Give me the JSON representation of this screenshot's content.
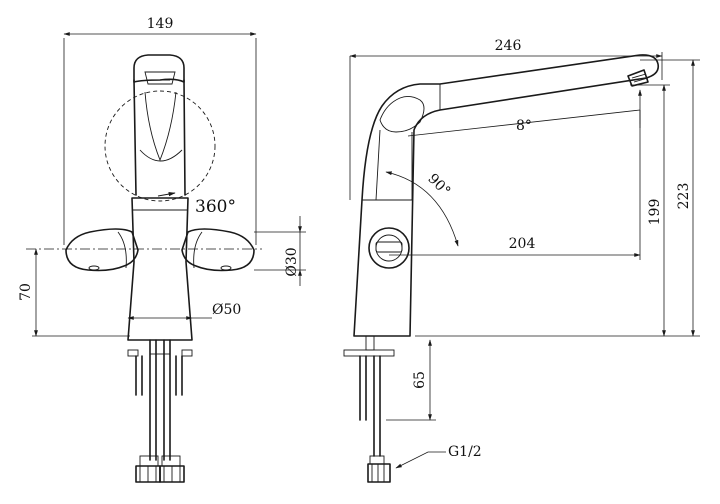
{
  "dimensions": {
    "front_width": "149",
    "rotation": "360°",
    "handle_diameter": "Ø30",
    "base_diameter": "Ø50",
    "handle_height": "70",
    "side_total_width": "246",
    "spout_angle": "8°",
    "swivel_angle": "90°",
    "spout_reach": "204",
    "spout_height": "199",
    "total_height": "223",
    "shank_length": "65",
    "thread": "G1/2"
  }
}
